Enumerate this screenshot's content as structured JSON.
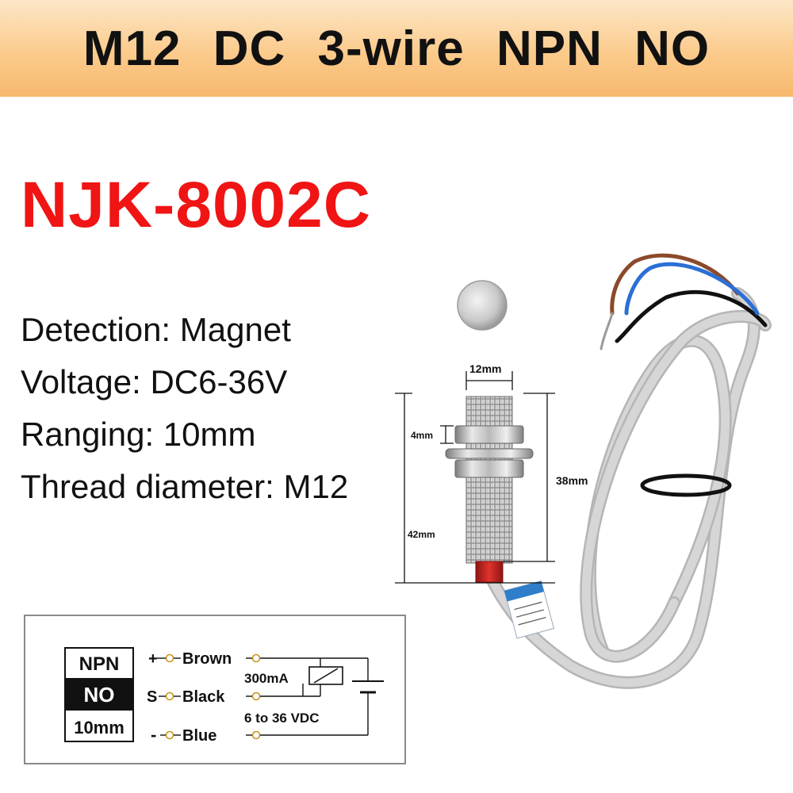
{
  "banner": {
    "title": "M12  DC  3-wire  NPN  NO"
  },
  "product": {
    "model": "NJK-8002C"
  },
  "specs": [
    {
      "label": "Detection:",
      "value": "Magnet",
      "text": "Detection: Magnet"
    },
    {
      "label": "Voltage:",
      "value": "DC6-36V",
      "text": "Voltage: DC6-36V"
    },
    {
      "label": "Ranging:",
      "value": "10mm",
      "text": "Ranging: 10mm"
    },
    {
      "label": "Thread diameter:",
      "value": "M12",
      "text": "Thread diameter: M12"
    }
  ],
  "dimensions": {
    "thread": "12mm",
    "nut": "4mm",
    "body": "38mm",
    "total": "42mm"
  },
  "wiring": {
    "type": "NPN",
    "mode": "NO",
    "range": "10mm",
    "wires": [
      {
        "symbol": "+",
        "color_name": "Brown",
        "color": "#8b4a2b"
      },
      {
        "symbol": "S",
        "color_name": "Black",
        "color": "#111111"
      },
      {
        "symbol": "-",
        "color_name": "Blue",
        "color": "#2b6fd6"
      }
    ],
    "load_current": "300mA",
    "supply": "6 to 36 VDC"
  },
  "colors": {
    "banner": "#fbcb8c",
    "model_red": "#f01414",
    "cable_gray": "#c8c8c8",
    "sensor_cap_red": "#c0201e"
  },
  "icons": [
    "magnet-disc-icon",
    "proximity-sensor-icon",
    "relay-coil-icon",
    "battery-icon"
  ]
}
